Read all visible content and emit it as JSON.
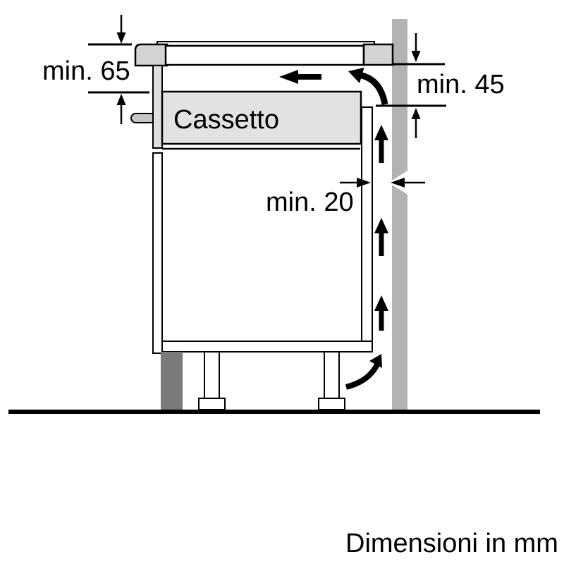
{
  "diagram": {
    "kind": "appliance-installation-side-view",
    "drawer": {
      "label": "Cassetto"
    },
    "labels": {
      "min65": "min. 65",
      "min45": "min. 45",
      "min20": "min. 20"
    },
    "caption": "Dimensioni in mm",
    "colors": {
      "background": "#ffffff",
      "line": "#000000",
      "wall": "#b3b3b3",
      "worktop": "#d4d4d4",
      "hob_glass": "#f2f2f2",
      "drawer_fill": "#e2e2e2",
      "cabinet_strip": "#e0e0e0",
      "handle": "#c6c6c6",
      "plinth": "#7a7a7a"
    }
  }
}
